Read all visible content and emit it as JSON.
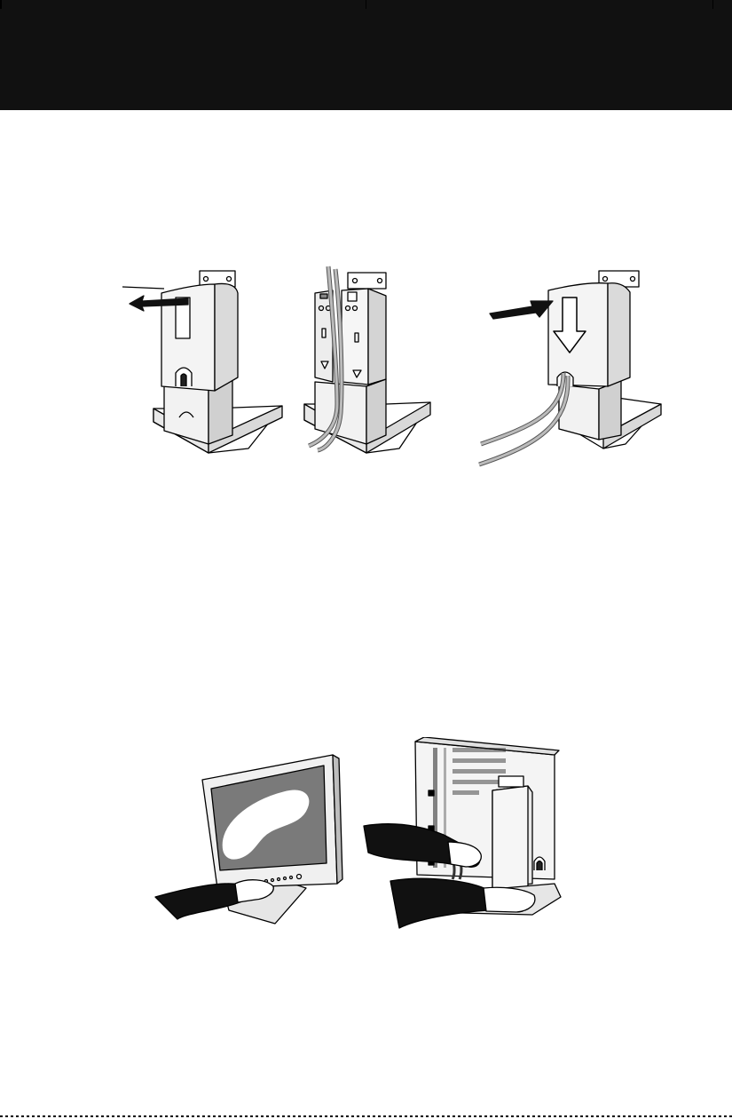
{
  "page": {
    "header_band_color": "#111111",
    "background_color": "#ffffff"
  },
  "figures": [
    {
      "id": "stand-cover-removal",
      "panels": [
        "remove-cover",
        "route-cables",
        "reattach-cover"
      ]
    },
    {
      "id": "monitor-handling",
      "panels": [
        "front-view",
        "rear-view"
      ]
    }
  ],
  "icons": [
    "arrow-left-icon",
    "arrow-right-icon",
    "arrow-down-icon",
    "triangle-icon"
  ]
}
